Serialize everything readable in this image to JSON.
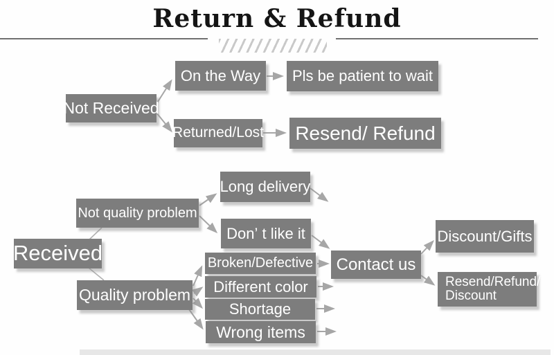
{
  "title": "Return & Refund",
  "colors": {
    "box": "#7d7d7d",
    "box_text": "#ffffff",
    "arrow": "#a6a6a6",
    "title_text": "#151515",
    "divider": "#6f6f6f"
  },
  "flow": {
    "not_received": "Not Received",
    "on_the_way": "On the Way",
    "pls_wait": "Pls be patient to wait",
    "returned_lost": "Returned/Lost",
    "resend_refund": "Resend/ Refund",
    "received": "Received",
    "not_quality_problem": "Not quality problem",
    "long_delivery": "Long delivery",
    "dont_like_it": "Don’ t like it",
    "quality_problem": "Quality problem",
    "broken_defective": "Broken/Defective",
    "different_color": "Different color",
    "shortage": "Shortage",
    "wrong_items": "Wrong items",
    "contact_us": "Contact us",
    "discount_gifts": "Discount/Gifts",
    "resend_refund_discount_line1": "Resend/Refund/",
    "resend_refund_discount_line2": "Discount"
  }
}
